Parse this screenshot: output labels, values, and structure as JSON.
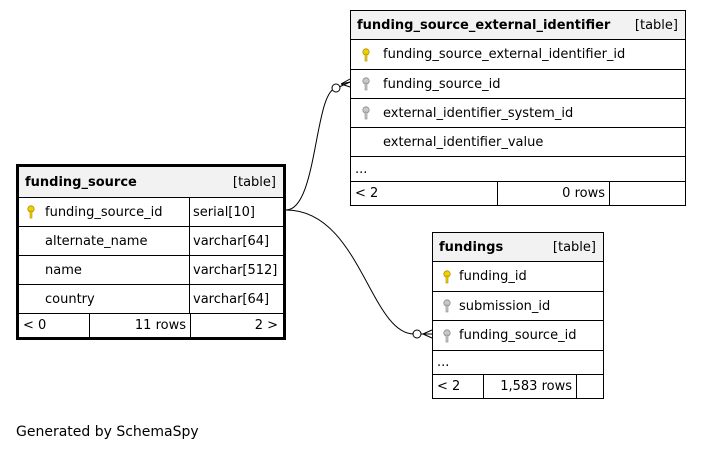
{
  "tables": {
    "funding_source": {
      "name": "funding_source",
      "type_label": "[table]",
      "columns": [
        {
          "name": "funding_source_id",
          "type": "serial[10]",
          "key": "primary"
        },
        {
          "name": "alternate_name",
          "type": "varchar[64]",
          "key": "none"
        },
        {
          "name": "name",
          "type": "varchar[512]",
          "key": "none"
        },
        {
          "name": "country",
          "type": "varchar[64]",
          "key": "none"
        }
      ],
      "footer": {
        "left": "< 0",
        "rows": "11 rows",
        "right": "2 >"
      }
    },
    "funding_source_external_identifier": {
      "name": "funding_source_external_identifier",
      "type_label": "[table]",
      "columns": [
        {
          "name": "funding_source_external_identifier_id",
          "key": "primary"
        },
        {
          "name": "funding_source_id",
          "key": "foreign"
        },
        {
          "name": "external_identifier_system_id",
          "key": "foreign"
        },
        {
          "name": "external_identifier_value",
          "key": "none"
        }
      ],
      "ellipsis": "...",
      "footer": {
        "left": "< 2",
        "rows": "0 rows",
        "right": ""
      }
    },
    "fundings": {
      "name": "fundings",
      "type_label": "[table]",
      "columns": [
        {
          "name": "funding_id",
          "key": "primary"
        },
        {
          "name": "submission_id",
          "key": "foreign"
        },
        {
          "name": "funding_source_id",
          "key": "foreign"
        }
      ],
      "ellipsis": "...",
      "footer": {
        "left": "< 2",
        "rows": "1,583 rows",
        "right": ""
      }
    }
  },
  "relationships": [
    {
      "from": "funding_source.funding_source_id",
      "to": "funding_source_external_identifier.funding_source_id"
    },
    {
      "from": "funding_source.funding_source_id",
      "to": "fundings.funding_source_id"
    }
  ],
  "footer_note": "Generated by SchemaSpy",
  "colors": {
    "primary_key": "#f0d000",
    "foreign_key": "#b8b8b8",
    "header_bg": "#f2f2f2",
    "line": "#000000"
  }
}
